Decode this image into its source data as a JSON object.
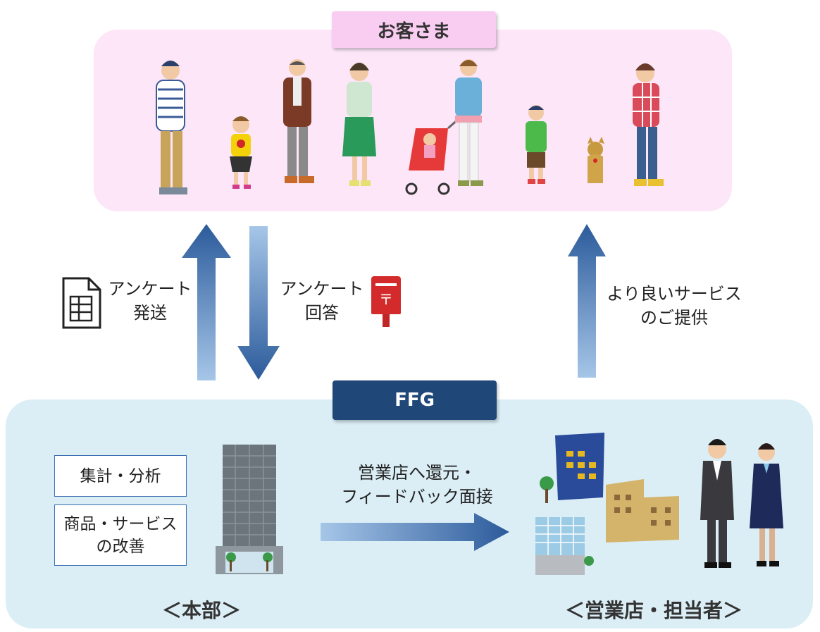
{
  "customers": {
    "label": "お客さま"
  },
  "ffg": {
    "label": "FFG"
  },
  "flows": {
    "survey_send": [
      "アンケート",
      "発送"
    ],
    "survey_reply": [
      "アンケート",
      "回答"
    ],
    "better_service": [
      "より良いサービス",
      "のご提供"
    ],
    "feedback": [
      "営業店へ還元・",
      "フィードバック面接"
    ]
  },
  "hq": {
    "tasks": [
      "集計・分析",
      "商品・サービス",
      "の改善"
    ],
    "heading": "＜本部＞"
  },
  "branch": {
    "heading": "＜営業店・担当者＞"
  },
  "mailbox": {
    "mark": "〒"
  },
  "icons": {
    "document": "document-icon",
    "mailbox": "mailbox-icon"
  },
  "colors": {
    "customer_panel": "#fce6f7",
    "customer_label": "#f9ccf2",
    "ffg_panel": "#dbeef6",
    "ffg_label": "#1f4878",
    "arrow_dark": "#2c5b9b",
    "arrow_light": "#a6c6e8",
    "mailbox": "#d32b2b"
  }
}
